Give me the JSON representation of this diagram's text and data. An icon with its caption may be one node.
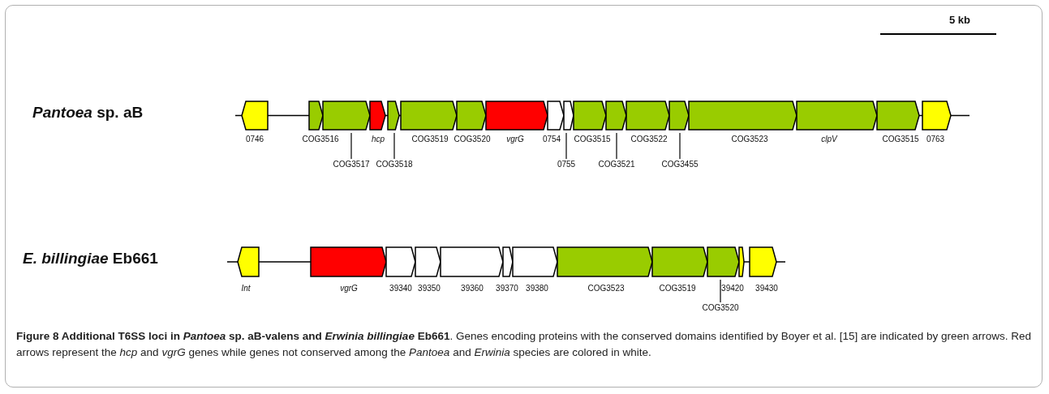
{
  "diagram": {
    "caption": "**Figure 8 Additional T6SS loci in *Pantoea* sp. aB-valens and *Erwinia billingiae* Eb661**. Genes encoding proteins with the conserved domains identified by Boyer et al. [15] are indicated by green arrows. Red arrows represent the *hcp* and *vgrG* genes while genes not conserved among the *Pantoea* and *Erwinia* species are colored in white.",
    "nodes": [
      {
        "text": [
          "0746"
        ]
      },
      {
        "text": [
          "COG3516"
        ]
      },
      {
        "text": [],
        "shape": "arrow"
      },
      {
        "text": [
          "*hcp*"
        ]
      },
      {
        "text": [],
        "shape": "arrow"
      },
      {
        "text": [
          "COG3519"
        ]
      },
      {
        "text": [
          "COG3520"
        ]
      },
      {
        "text": [
          "*vgrG*"
        ]
      },
      {
        "text": [
          "0754"
        ]
      },
      {
        "text": [],
        "shape": "arrow"
      },
      {
        "text": [
          "COG3515"
        ]
      },
      {
        "text": [],
        "shape": "arrow"
      },
      {
        "text": [
          "COG3522"
        ]
      },
      {
        "text": [],
        "shape": "arrow"
      },
      {
        "text": [
          "COG3523"
        ]
      },
      {
        "text": [
          "*clpV*"
        ]
      },
      {
        "text": [
          "COG3515"
        ]
      },
      {
        "text": [
          "0763"
        ]
      },
      {
        "text": [
          "COG3517"
        ]
      },
      {
        "text": [
          "COG3518"
        ]
      },
      {
        "text": [
          "0755"
        ]
      },
      {
        "text": [
          "COG3521"
        ]
      },
      {
        "text": [
          "COG3455"
        ]
      },
      {
        "text": [
          "*Int*"
        ]
      },
      {
        "text": [
          "*vgrG*"
        ]
      },
      {
        "text": [
          "39340"
        ]
      },
      {
        "text": [
          "39350"
        ]
      },
      {
        "text": [
          "39360"
        ]
      },
      {
        "text": [
          "39370"
        ]
      },
      {
        "text": [
          "39380"
        ]
      },
      {
        "text": [
          "COG3523"
        ]
      },
      {
        "text": [
          "COG3519"
        ]
      },
      {
        "text": [],
        "shape": "arrow"
      },
      {
        "text": [
          "39420"
        ]
      },
      {
        "text": [
          "39430"
        ]
      },
      {
        "text": [
          "COG3520"
        ]
      }
    ],
    "edges": [
      {
        "from": 18,
        "to": 2,
        "arrow": "none"
      },
      {
        "from": 19,
        "to": 4,
        "arrow": "none"
      },
      {
        "from": 20,
        "to": 9,
        "arrow": "none"
      },
      {
        "from": 21,
        "to": 11,
        "arrow": "none"
      },
      {
        "from": 22,
        "to": 13,
        "arrow": "none"
      },
      {
        "from": 35,
        "to": 32,
        "arrow": "none"
      }
    ],
    "labels": [
      "5 kb",
      "*Pantoea* sp. aB",
      "*E. billingiae* Eb661"
    ]
  }
}
